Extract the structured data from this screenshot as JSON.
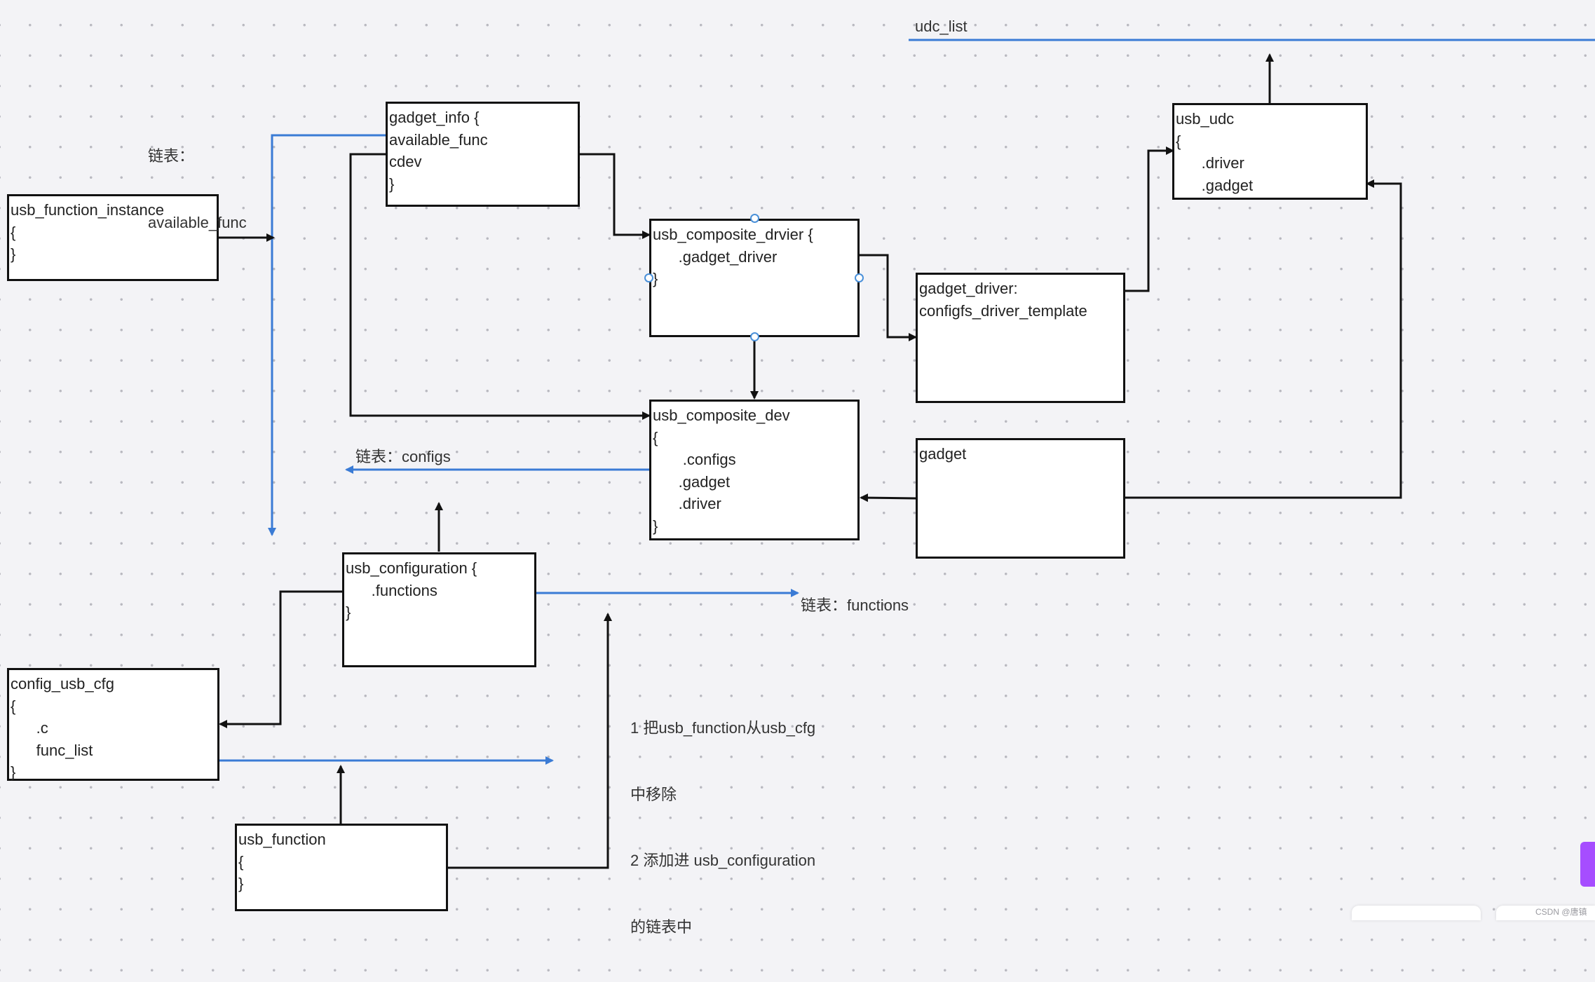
{
  "nodes": {
    "usb_function_instance": {
      "lines": [
        "usb_function_instance",
        "{",
        "}"
      ]
    },
    "gadget_info": {
      "lines": [
        "gadget_info {",
        "available_func",
        "cdev",
        "}"
      ]
    },
    "usb_composite_drvier": {
      "lines": [
        "usb_composite_drvier {",
        "      .gadget_driver",
        "}"
      ]
    },
    "usb_udc": {
      "lines": [
        "usb_udc",
        "{",
        "      .driver",
        "      .gadget"
      ]
    },
    "gadget_driver": {
      "lines": [
        "gadget_driver:",
        "configfs_driver_template"
      ]
    },
    "usb_composite_dev": {
      "lines": [
        "usb_composite_dev",
        "{",
        "       .configs",
        "      .gadget",
        "      .driver",
        "}"
      ]
    },
    "gadget": {
      "lines": [
        "gadget"
      ]
    },
    "usb_configuration": {
      "lines": [
        "usb_configuration {",
        "      .functions",
        "}"
      ]
    },
    "config_usb_cfg": {
      "lines": [
        "config_usb_cfg",
        "{",
        "      .c",
        "      func_list",
        "}"
      ]
    },
    "usb_function": {
      "lines": [
        "usb_function",
        "{",
        "}"
      ]
    }
  },
  "labels": {
    "udc_list": "udc_list",
    "available_func_list": [
      "链表：",
      "available_func"
    ],
    "configs_list": "链表：configs",
    "functions_list": "链表：functions",
    "note": [
      "1 把usb_function从usb_cfg",
      "中移除",
      "2 添加进 usb_configuration",
      "的链表中"
    ]
  },
  "watermark": "CSDN @唐镇",
  "colors": {
    "blue_link": "#3a7bd5",
    "black_link": "#111111",
    "widget_purple": "#a64dff"
  }
}
